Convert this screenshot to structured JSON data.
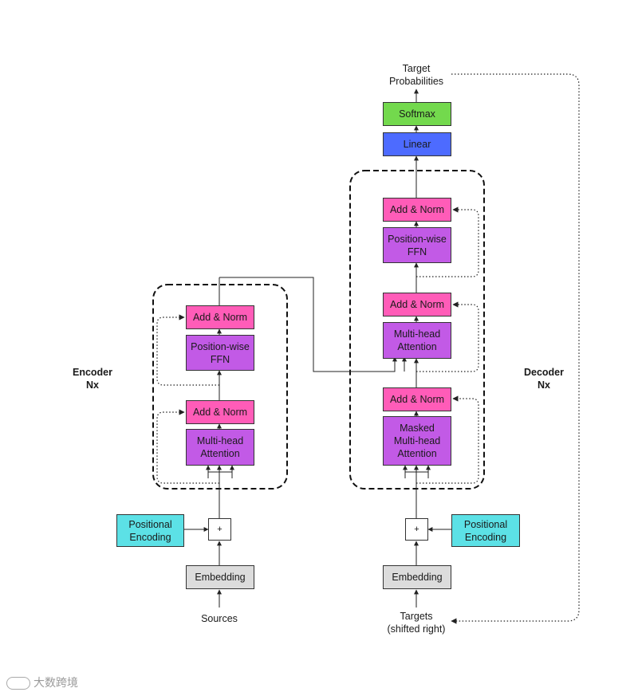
{
  "encoder": {
    "label": "Encoder\nNx",
    "add_norm_top": "Add & Norm",
    "ffn": "Position-wise\nFFN",
    "add_norm_bottom": "Add & Norm",
    "attention": "Multi-head\nAttention",
    "positional_encoding": "Positional\nEncoding",
    "plus": "+",
    "embedding": "Embedding",
    "input": "Sources"
  },
  "decoder": {
    "label": "Decoder\nNx",
    "add_norm_top": "Add & Norm",
    "ffn": "Position-wise\nFFN",
    "add_norm_mid": "Add & Norm",
    "cross_attention": "Multi-head\nAttention",
    "add_norm_bottom": "Add & Norm",
    "masked_attention": "Masked\nMulti-head\nAttention",
    "positional_encoding": "Positional\nEncoding",
    "plus": "+",
    "embedding": "Embedding",
    "input": "Targets\n(shifted right)"
  },
  "head": {
    "linear": "Linear",
    "softmax": "Softmax",
    "output": "Target\nProbabilities"
  },
  "colors": {
    "add_norm": "#ff5cb8",
    "ffn_attention": "#c25ae6",
    "embedding": "#dcdcdc",
    "positional": "#5ce1e6",
    "linear": "#4d6bff",
    "softmax": "#73d94d"
  },
  "watermark": "大数跨境"
}
